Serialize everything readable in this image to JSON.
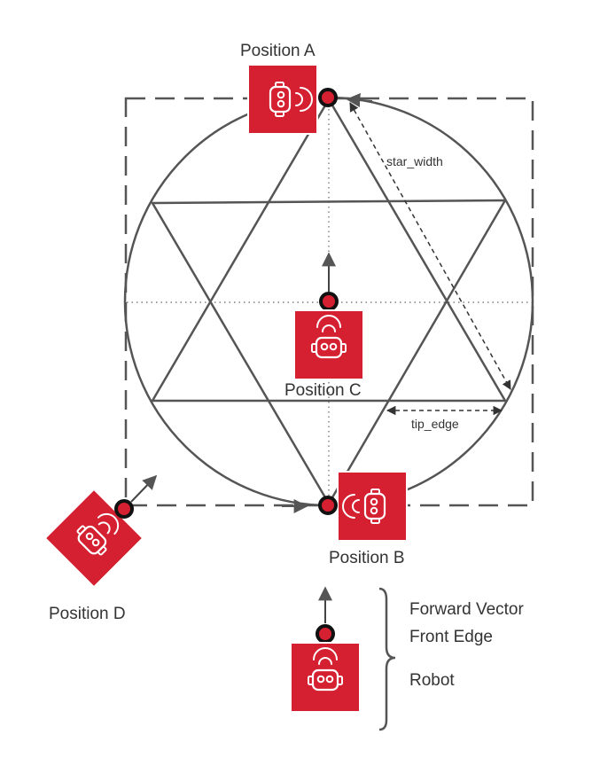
{
  "labels": {
    "position_a": "Position A",
    "position_b": "Position B",
    "position_c": "Position C",
    "position_d": "Position D",
    "star_width": "star_width",
    "tip_edge": "tip_edge"
  },
  "legend": {
    "forward_vector": "Forward Vector",
    "front_edge": "Front Edge",
    "robot": "Robot"
  },
  "colors": {
    "robot_fill": "#d42030",
    "line": "#555555",
    "dot_fill": "#d42030",
    "dot_stroke": "#111111"
  },
  "icons": [
    "robot-icon",
    "wifi-signal-icon"
  ]
}
